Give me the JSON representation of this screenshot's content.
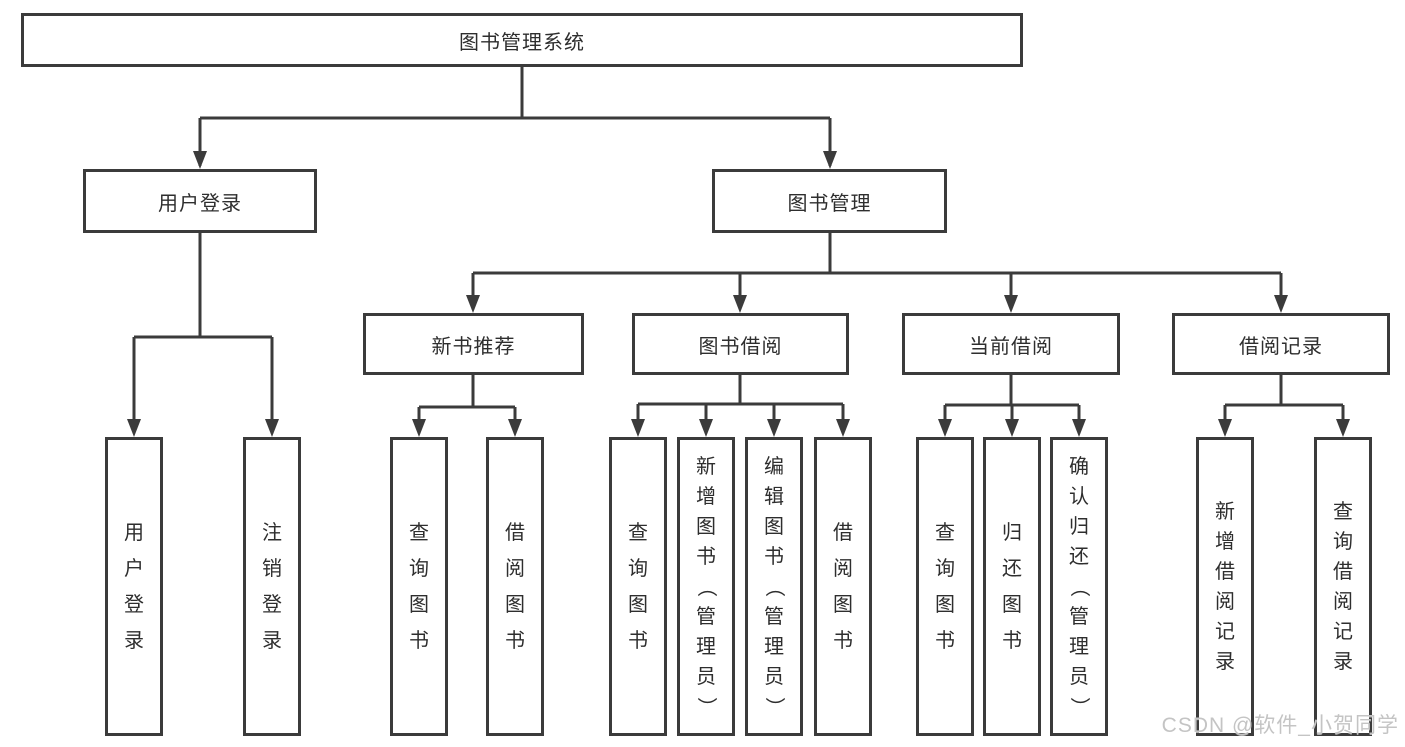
{
  "diagram": {
    "root": {
      "label": "图书管理系统"
    },
    "level2": [
      {
        "label": "用户登录"
      },
      {
        "label": "图书管理"
      }
    ],
    "level3": [
      {
        "label": "新书推荐"
      },
      {
        "label": "图书借阅"
      },
      {
        "label": "当前借阅"
      },
      {
        "label": "借阅记录"
      }
    ],
    "leaves": {
      "user_login": [
        "用户登录",
        "注销登录"
      ],
      "new_books": [
        "查询图书",
        "借阅图书"
      ],
      "book_borrow": [
        "查询图书",
        "新增图书（管理员）",
        "编辑图书（管理员）",
        "借阅图书"
      ],
      "current_borrow": [
        "查询图书",
        "归还图书",
        "确认归还（管理员）"
      ],
      "borrow_records": [
        "新增借阅记录",
        "查询借阅记录"
      ]
    }
  },
  "watermark": {
    "text": "CSDN @软件_小贺同学"
  },
  "colors": {
    "line": "#3b3b3b",
    "text": "#2e2e2e",
    "watermark": "#c4c4c4",
    "background": "#ffffff"
  }
}
